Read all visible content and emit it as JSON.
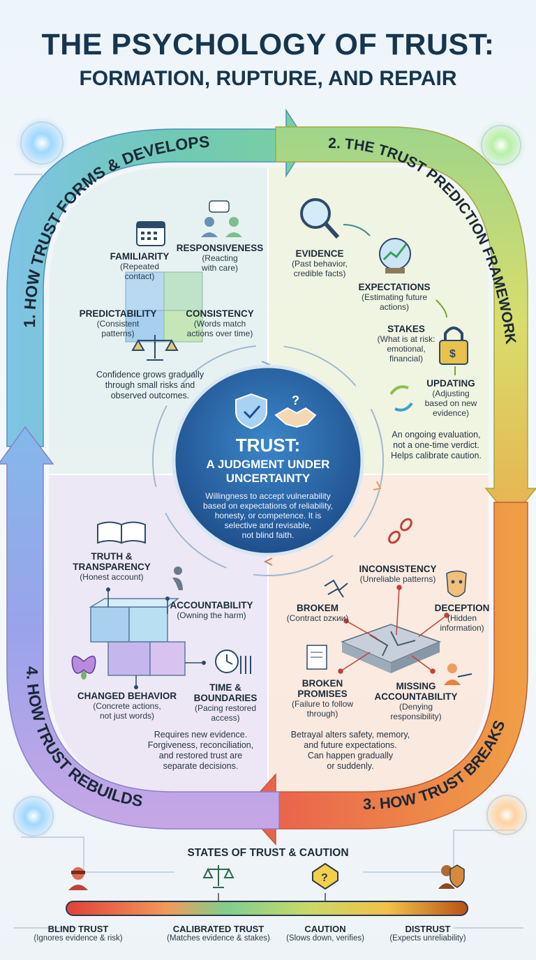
{
  "title": {
    "line1": "THE PSYCHOLOGY OF TRUST:",
    "line2": "FORMATION, RUPTURE, AND REPAIR"
  },
  "quadrants": {
    "forms": {
      "heading": "1. HOW TRUST FORMS & DEVELOPS",
      "familiarity": {
        "label": "FAMILIARITY",
        "sub1": "(Repeated",
        "sub2": "contact)"
      },
      "responsiveness": {
        "label": "RESPONSIVENESS",
        "sub1": "(Reacting",
        "sub2": "with care)"
      },
      "predictability": {
        "label": "PREDICTABILITY",
        "sub1": "(Consistent",
        "sub2": "patterns)"
      },
      "consistency": {
        "label": "CONSISTENCY",
        "sub1": "(Words match",
        "sub2": "actions over time)"
      },
      "summary1": "Confidence grows gradually",
      "summary2": "through small risks and",
      "summary3": "observed outcomes."
    },
    "prediction": {
      "heading": "2. THE TRUST PREDICTION FRAMEWORK",
      "evidence": {
        "label": "EVIDENCE",
        "sub1": "(Past behavior,",
        "sub2": "credible facts)"
      },
      "expectations": {
        "label": "EXPECTATIONS",
        "sub1": "(Estimating future",
        "sub2": "actions)"
      },
      "stakes": {
        "label": "STAKES",
        "sub1": "(What is at risk:",
        "sub2": "emotional,",
        "sub3": "financial)"
      },
      "updating": {
        "label": "UPDATING",
        "sub1": "(Adjusting",
        "sub2": "based on new",
        "sub3": "evidence)"
      },
      "summary1": "An ongoing evaluation,",
      "summary2": "not a one-time verdict.",
      "summary3": "Helps calibrate caution."
    },
    "breaks": {
      "heading": "3. HOW TRUST BREAKS",
      "inconsistency": {
        "label": "INCONSISTENCY",
        "sub1": "(Unreliable patterns)"
      },
      "brokem": {
        "label": "BROKEM",
        "sub1": "(Contract ᴅᴢᴋᴎᴎ)"
      },
      "deception": {
        "label": "DECEPTION",
        "sub1": "(Hidden",
        "sub2": "information)"
      },
      "promises": {
        "label1": "BROKEN",
        "label2": "PROMISES",
        "sub1": "(Failure to follow",
        "sub2": "through)"
      },
      "missing": {
        "label1": "MISSING",
        "label2": "ACCOUNTABILITY",
        "sub1": "(Denying",
        "sub2": "responsibility)"
      },
      "summary1": "Betrayal alters safety, memory,",
      "summary2": "and future expectations.",
      "summary3": "Can happen gradually",
      "summary4": "or suddenly."
    },
    "rebuilds": {
      "heading": "4. HOW TRUST REBUILDS",
      "truth": {
        "label1": "TRUTH &",
        "label2": "TRANSPARENCY",
        "sub1": "(Honest account)"
      },
      "accountability": {
        "label": "ACCOUNTABILITY",
        "sub1": "(Owning the harm)"
      },
      "changed": {
        "label": "CHANGED BEHAVIOR",
        "sub1": "(Concrete actions,",
        "sub2": "not just words)"
      },
      "time": {
        "label1": "TIME &",
        "label2": "BOUNDARIES",
        "sub1": "(Pacing restored",
        "sub2": "access)"
      },
      "summary1": "Requires new evidence.",
      "summary2": "Forgiveness, reconciliation,",
      "summary3": "and restored trust are",
      "summary4": "separate decisions."
    }
  },
  "center": {
    "title": "TRUST:",
    "sub1": "A JUDGMENT UNDER",
    "sub2": "UNCERTAINTY",
    "desc1": "Willingness to accept vulnerability",
    "desc2": "based on expectations of reliability,",
    "desc3": "honesty, or competence. It is",
    "desc4": "selective and revisable,",
    "desc5": "not blind faith."
  },
  "states": {
    "title": "STATES OF TRUST & CAUTION",
    "items": [
      {
        "label": "BLIND TRUST",
        "sub": "(Ignores evidence & risk)"
      },
      {
        "label": "CALIBRATED TRUST",
        "sub": "(Matches evidence & stakes)"
      },
      {
        "label": "CAUTION",
        "sub": "(Slows down, verifies)"
      },
      {
        "label": "DISTRUST",
        "sub": "(Expects unreliability)"
      }
    ]
  },
  "colors": {
    "q1": "#e4f1ee",
    "q2": "#f0f4df",
    "q3": "#fbe8dc",
    "q4": "#ece6f4",
    "navy": "#16354f",
    "center": "#2b6fb0"
  }
}
